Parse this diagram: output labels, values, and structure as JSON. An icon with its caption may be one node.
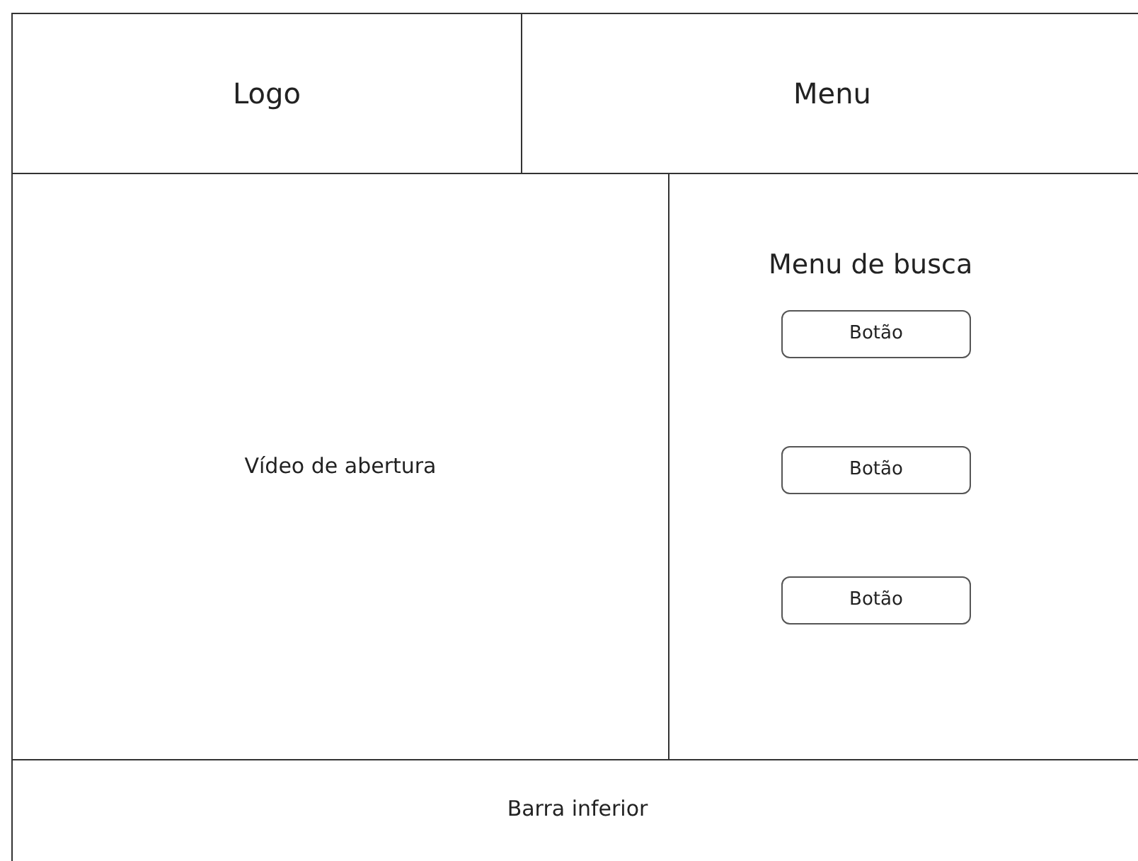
{
  "diagram": {
    "nodes": [
      {
        "text": [
          "Logo"
        ]
      },
      {
        "text": [
          "Menu"
        ]
      },
      {
        "text": [
          "Vídeo de abertura"
        ]
      },
      {
        "text": [
          "Menu de busca"
        ]
      },
      {
        "text": [
          "Botão"
        ],
        "in": 3
      },
      {
        "text": [
          "Botão"
        ],
        "in": 3
      },
      {
        "text": [
          "Botão"
        ],
        "in": 3
      },
      {
        "text": [
          "Barra inferior"
        ]
      }
    ]
  }
}
